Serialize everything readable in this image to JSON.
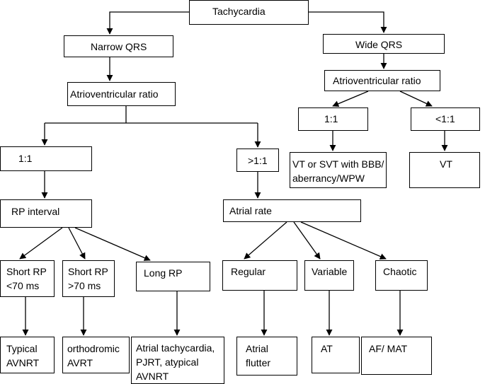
{
  "nodes": {
    "tachycardia": "Tachycardia",
    "narrow_qrs": "Narrow QRS",
    "wide_qrs": "Wide QRS",
    "av_ratio_narrow": "Atrioventricular ratio",
    "av_ratio_wide": "Atrioventricular ratio",
    "wide_1to1": "1:1",
    "wide_lt1to1": "<1:1",
    "wide_vt_svt": "VT or SVT with BBB/\naberrancy/WPW",
    "wide_vt": "VT",
    "narrow_1to1": "1:1",
    "narrow_gt1to1": ">1:1",
    "rp_interval": "RP interval",
    "atrial_rate": "Atrial rate",
    "short_rp_lt70": "Short RP\n<70 ms",
    "short_rp_gt70": "Short RP\n>70 ms",
    "long_rp": "Long RP",
    "regular": "Regular",
    "variable": "Variable",
    "chaotic": "Chaotic",
    "typical_avnrt": "Typical\nAVNRT",
    "orthodromic_avrt": "orthodromic\nAVRT",
    "long_rp_dx": "Atrial tachycardia,\nPJRT, atypical\nAVNRT",
    "atrial_flutter": "Atrial\nflutter",
    "at": "AT",
    "af_mat": "AF/ MAT"
  }
}
